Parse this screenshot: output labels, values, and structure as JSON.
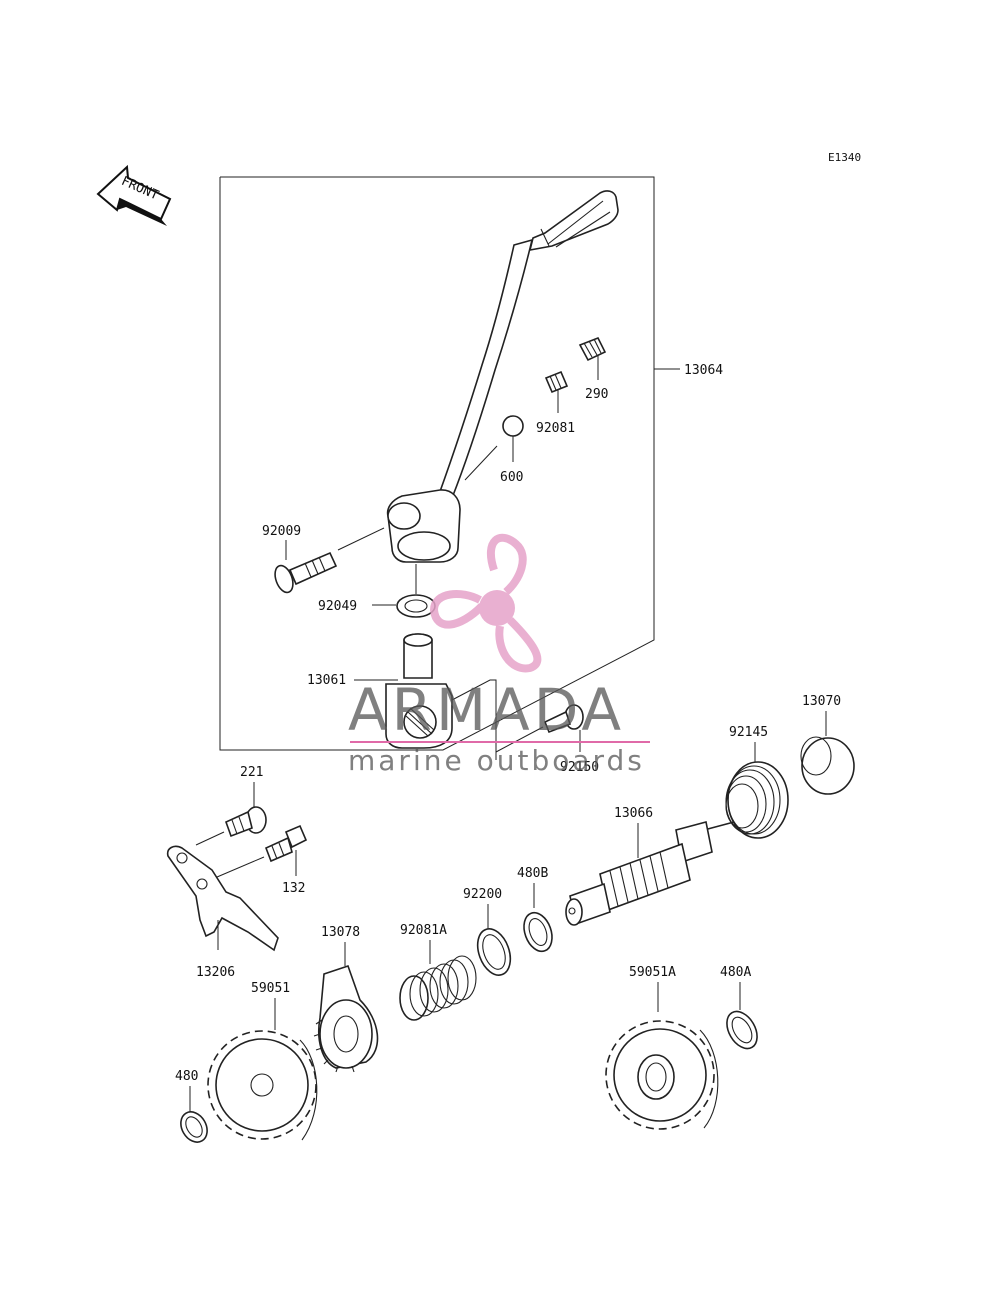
{
  "diagram": {
    "code": "E1340",
    "front_label": "FRONT",
    "parts": {
      "p13064": "13064",
      "p290": "290",
      "p92081": "92081",
      "p600": "600",
      "p92009": "92009",
      "p92049": "92049",
      "p13061": "13061",
      "p92150": "92150",
      "p221": "221",
      "p132": "132",
      "p13206": "13206",
      "p92145": "92145",
      "p13070": "13070",
      "p13066": "13066",
      "p480B": "480B",
      "p92200": "92200",
      "p92081A": "92081A",
      "p13078": "13078",
      "p59051": "59051",
      "p480": "480",
      "p59051A": "59051A",
      "p480A": "480A"
    }
  },
  "watermark": {
    "brand": "ARMADA",
    "tagline": "marine outboards",
    "colors": {
      "logo": "#e6a3c9",
      "text": "#555555",
      "line": "#e06aa8"
    }
  }
}
